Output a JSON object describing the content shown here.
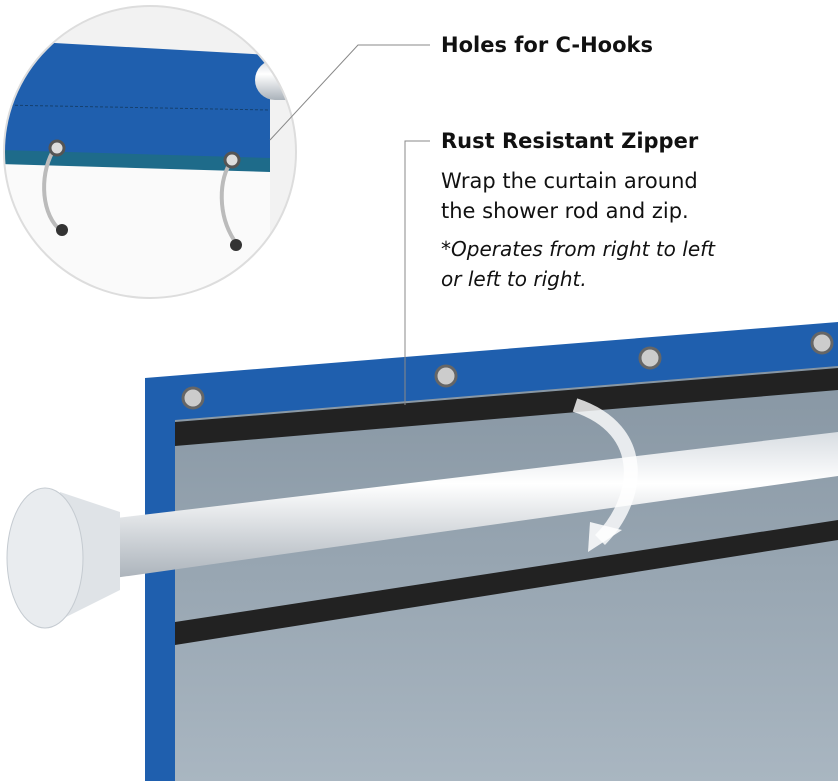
{
  "callouts": {
    "holes": {
      "title": "Holes for C-Hooks"
    },
    "zipper": {
      "title": "Rust Resistant Zipper",
      "line1": "Wrap the curtain around",
      "line2": "the shower rod and zip.",
      "note1": "*Operates from right to left",
      "note2": "or left to right."
    }
  },
  "colors": {
    "curtain_blue": "#1f5fae",
    "fabric_gray": "#9fadb8",
    "zipper": "#222222"
  }
}
